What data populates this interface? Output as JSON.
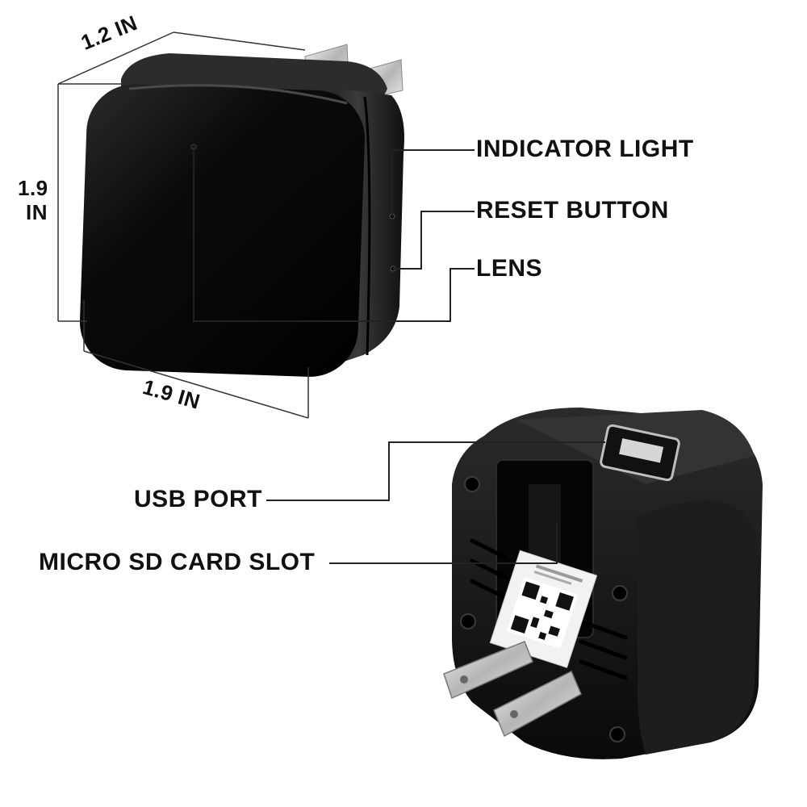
{
  "dimensions": {
    "depth": "1.2 IN",
    "height_value": "1.9",
    "height_unit": "IN",
    "width": "1.9 IN"
  },
  "callouts": {
    "indicator_light": "INDICATOR LIGHT",
    "reset_button": "RESET BUTTON",
    "lens": "LENS",
    "usb_port": "USB PORT",
    "micro_sd_slot": "MICRO SD CARD SLOT"
  },
  "colors": {
    "device_body": "#0a0a0a",
    "device_side": "#1c1c1c",
    "prong_metal": "#c8c8c8",
    "line": "#222222",
    "background": "#ffffff"
  }
}
